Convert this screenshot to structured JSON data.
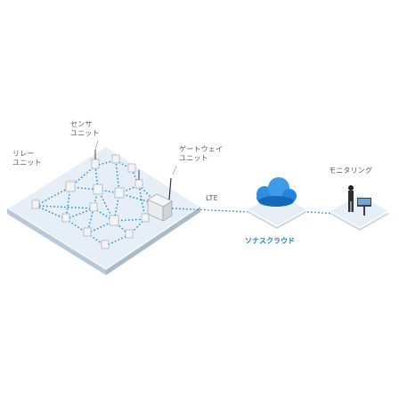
{
  "labels": {
    "relay": [
      "リレー",
      "ユニット"
    ],
    "sensor": [
      "センサ",
      "ユニット"
    ],
    "gateway": [
      "ゲートウェイ",
      "ユニット"
    ],
    "lte": "LTE",
    "cloud": "ソナスクラウド",
    "monitoring": "モニタリング"
  },
  "colors": {
    "platform_top": "#e7eff8",
    "platform_side": "#c9d6e4",
    "link_dots": "#1f8ad2",
    "cloud": "#2a8be0",
    "cloud_text": "#1f7fc8"
  }
}
